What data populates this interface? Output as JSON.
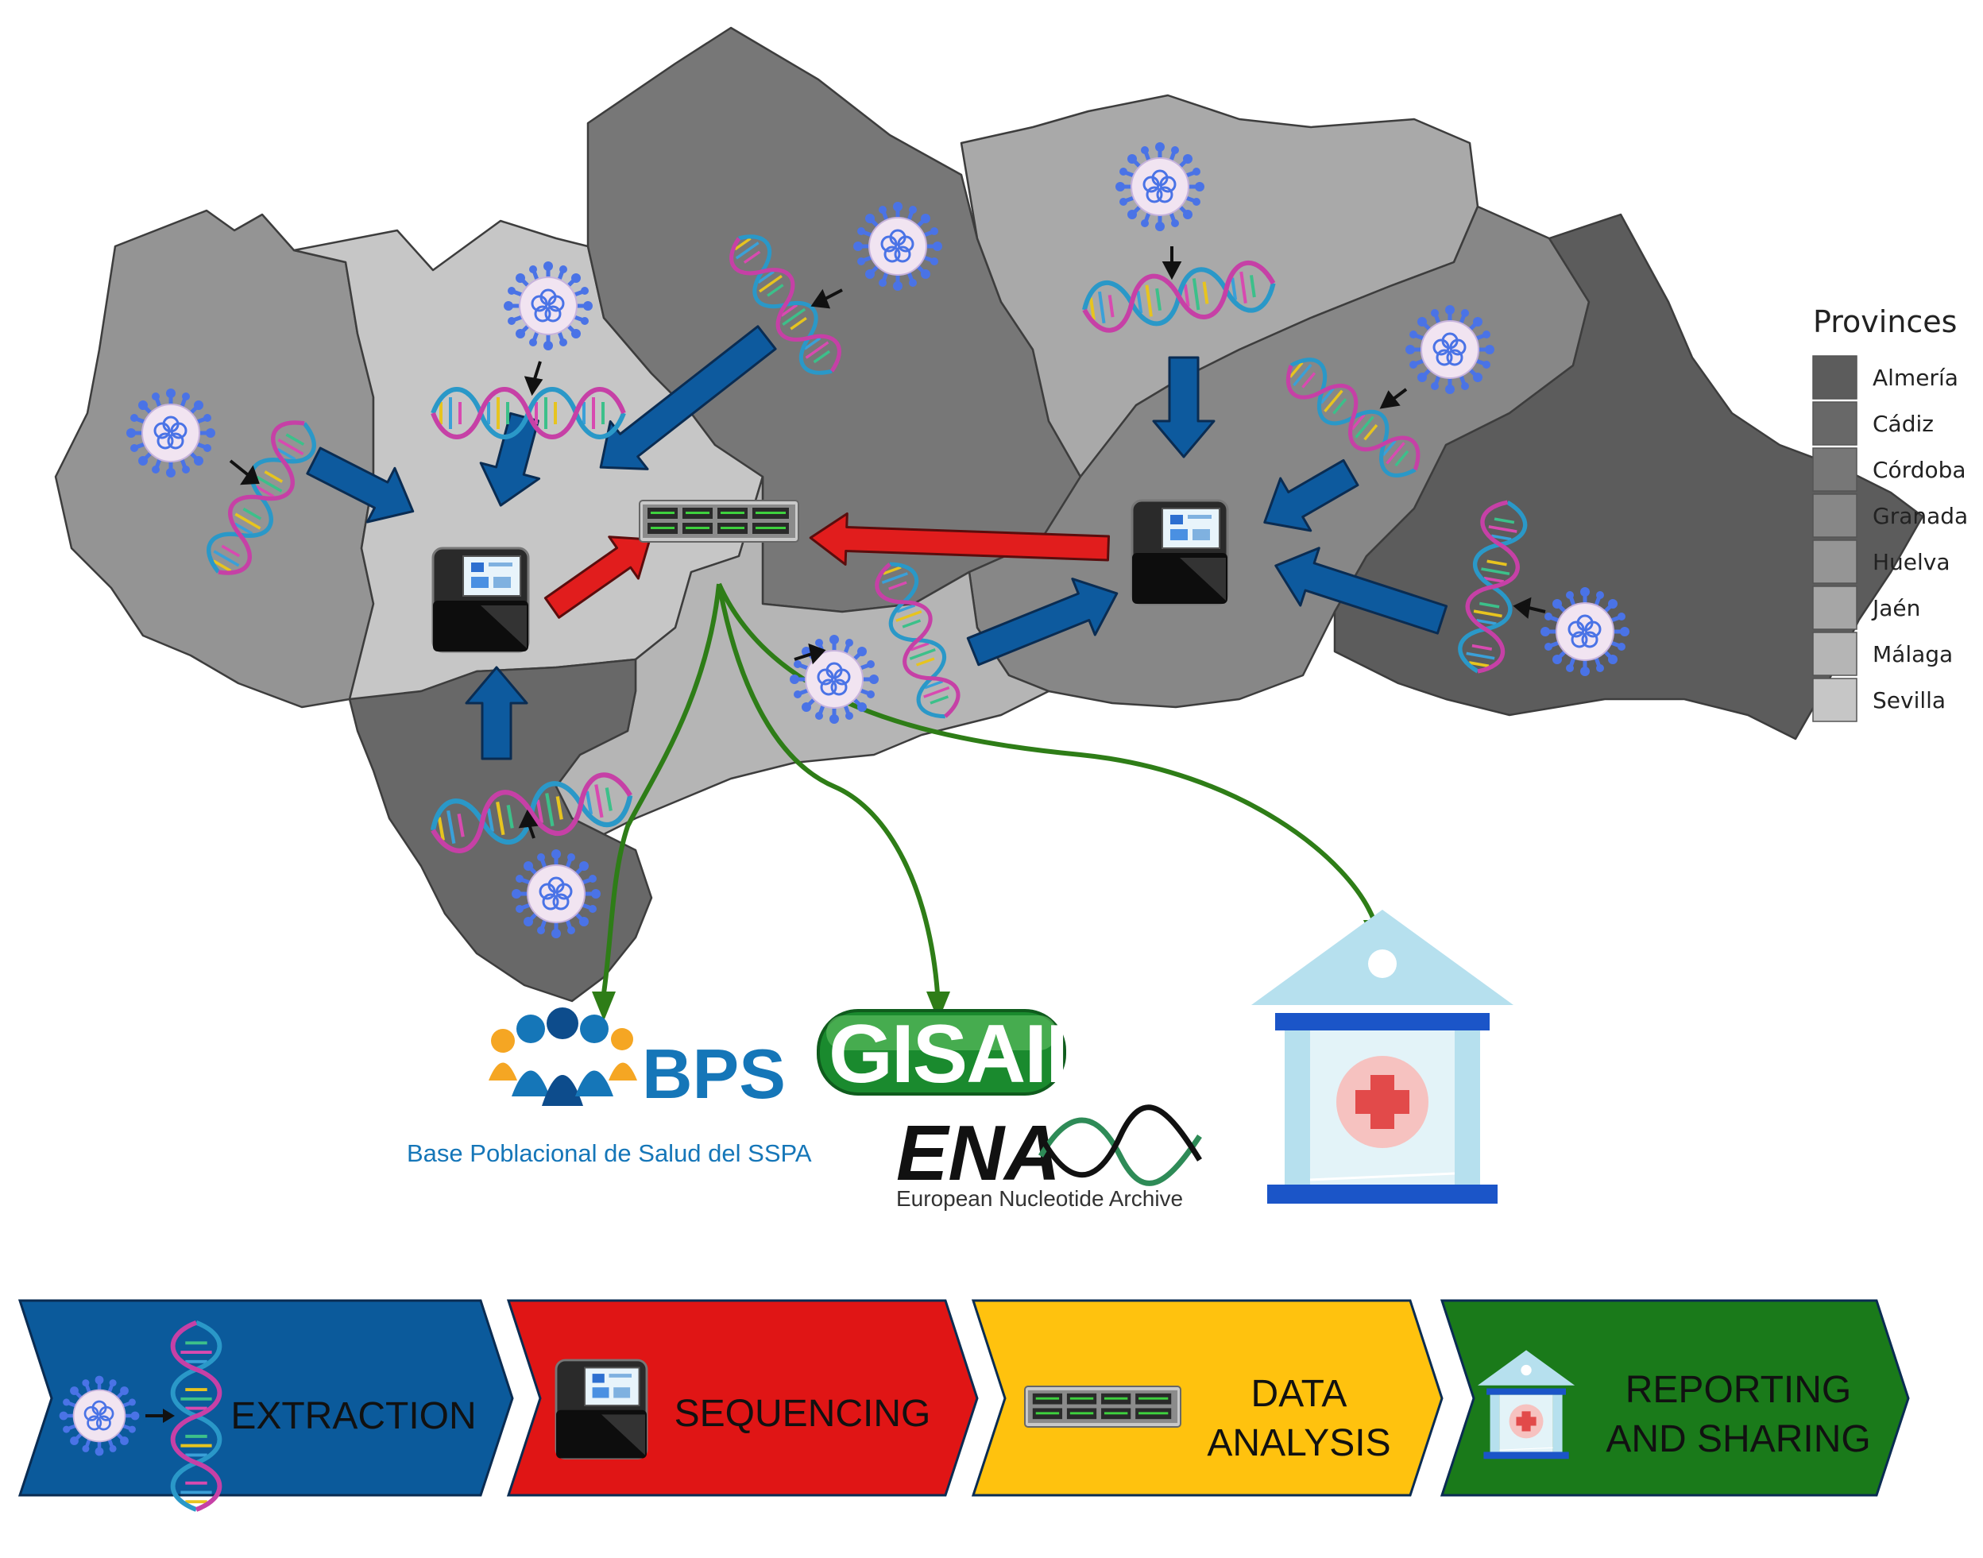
{
  "legend": {
    "title": "Provinces",
    "items": [
      {
        "label": "Almería",
        "color": "#5c5c5c"
      },
      {
        "label": "Cádiz",
        "color": "#686868"
      },
      {
        "label": "Córdoba",
        "color": "#777777"
      },
      {
        "label": "Granada",
        "color": "#878787"
      },
      {
        "label": "Huelva",
        "color": "#959595"
      },
      {
        "label": "Jaén",
        "color": "#a6a6a6"
      },
      {
        "label": "Málaga",
        "color": "#b5b5b5"
      },
      {
        "label": "Sevilla",
        "color": "#c6c6c6"
      }
    ]
  },
  "logos": {
    "bps_name": "BPS",
    "bps_subtitle": "Base Poblacional de Salud del SSPA",
    "gisaid_name": "GISAID",
    "ena_name": "ENA",
    "ena_subtitle": "European Nucleotide Archive"
  },
  "pipeline": {
    "steps": [
      {
        "label_lines": [
          "EXTRACTION"
        ],
        "color": "#0b5a9b"
      },
      {
        "label_lines": [
          "SEQUENCING"
        ],
        "color": "#e01515"
      },
      {
        "label_lines": [
          "DATA",
          "ANALYSIS"
        ],
        "color": "#ffc20e"
      },
      {
        "label_lines": [
          "REPORTING",
          "AND SHARING"
        ],
        "color": "#1a7a1a"
      }
    ]
  },
  "colors": {
    "flow_arrow_blue": "#0d5a9e",
    "flow_arrow_red": "#e11d1d",
    "share_arrow_green": "#2e7d17",
    "virus_blue": "#4a73e6",
    "hospital_blue": "#b6e0ee"
  },
  "icons": {
    "virus": "coronavirus-icon",
    "dna": "dna-helix-icon",
    "sequencer": "sequencer-icon",
    "server": "server-rack-icon",
    "hospital": "hospital-icon"
  }
}
